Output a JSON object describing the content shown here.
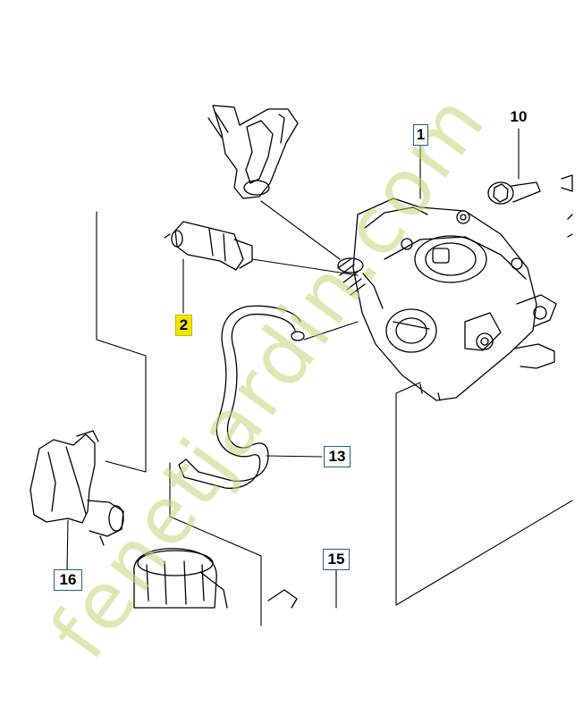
{
  "callouts": {
    "part_1": "1",
    "part_10": "10",
    "part_2": "2",
    "part_13": "13",
    "part_15": "15",
    "part_16": "16"
  },
  "watermark": {
    "text": "fenetjardin.com",
    "color": "#c8d882"
  },
  "colors": {
    "callout_border": "#1f5f84",
    "highlight": "#f2e600",
    "line": "#000000"
  }
}
